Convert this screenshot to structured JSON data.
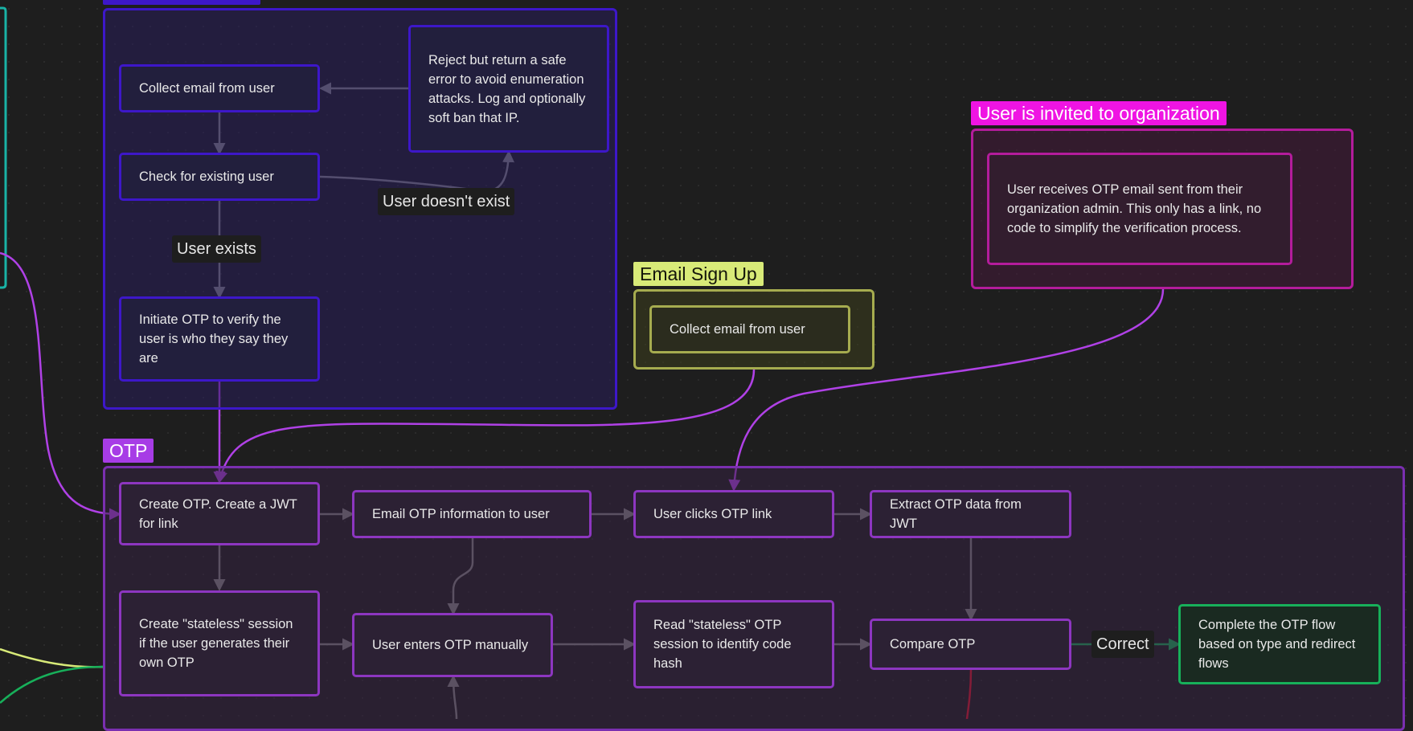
{
  "groups": {
    "login": {
      "label": ""
    },
    "email_signup": {
      "label": "Email Sign Up"
    },
    "invite": {
      "label": "User is invited to organization"
    },
    "otp": {
      "label": "OTP"
    }
  },
  "nodes": {
    "collect_email": "Collect email from user",
    "reject": "Reject but return a safe error to avoid enumeration attacks. Log and optionally soft ban that IP.",
    "check_user": "Check for existing user",
    "initiate_otp": "Initiate OTP to verify the user is who they say they are",
    "signup_collect_email": "Collect email from user",
    "invite_otp": "User receives OTP email sent from their organization admin. This only has a link, no code to simplify the verification process.",
    "create_otp": "Create OTP. Create a JWT for link",
    "email_otp": "Email OTP information to user",
    "clicks_link": "User clicks OTP link",
    "extract_otp": "Extract OTP data from JWT",
    "stateless_session": "Create \"stateless\" session if the user generates their own OTP",
    "enters_manually": "User enters OTP manually",
    "read_session": "Read \"stateless\" OTP session to identify code hash",
    "compare_otp": "Compare OTP",
    "complete_flow": "Complete the OTP flow based on type and redirect flows"
  },
  "edge_labels": {
    "user_doesnt_exist": "User doesn't exist",
    "user_exists": "User exists",
    "correct": "Correct"
  },
  "colors": {
    "canvas": "#1e1e1e",
    "login": "#3d17c9",
    "email_signup": "#a6ac4f",
    "invite": "#b41c9c",
    "otp": "#8d36c0",
    "connector_purple": "#b041e6",
    "connector_gray": "#8a8a8a",
    "success": "#17b05a",
    "failure": "#e3142a",
    "left_teal": "#19b3a6"
  }
}
